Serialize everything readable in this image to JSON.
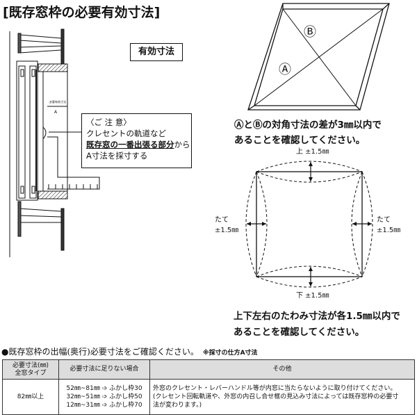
{
  "title": "[既存窓枠の必要有効寸法]",
  "effective_label": "有効寸法",
  "drawing": {
    "dim_label": "必要有効寸法",
    "dim_letter": "A"
  },
  "note": {
    "heading": "〈ご 注 意〉",
    "line1": "クレセントの軌道など",
    "line2_bold": "既存窓の一番出張る部分",
    "line2_rest": "から",
    "line3": "A寸法を採寸する"
  },
  "diagonal": {
    "label_a": "Ⓐ",
    "label_b": "Ⓑ",
    "text1": "ⒶとⒷの対角寸法の差が3㎜以内で",
    "text2": "あることを確認してください。"
  },
  "deflection": {
    "top": "上 ±1.5㎜",
    "bottom": "下 ±1.5㎜",
    "left_1": "たて",
    "left_2": "±1.5㎜",
    "right_1": "たて",
    "right_2": "±1.5㎜",
    "text1": "上下左右のたわみ寸法が各1.5㎜以内で",
    "text2": "あることを確認してください。"
  },
  "section_heading": "●既存窓枠の出幅(奥行)必要寸法をご確認ください。",
  "section_sub": "※採寸の仕方A寸法",
  "table": {
    "headers": [
      "必要寸法(㎜)",
      "全窓タイプ",
      "必要寸法に足りない場合",
      "その他"
    ],
    "row": {
      "required": "82㎜以上",
      "shortfall": [
        "52㎜~81㎜ ➩ ふかし枠30",
        "32㎜~51㎜ ➩ ふかし枠50",
        "12㎜~31㎜ ➩ ふかし枠70"
      ],
      "other": [
        "外窓のクレセント・レバーハンドル等が内窓に当たらないように取り付けてください。",
        "(クレセント回転軌道や、外窓の内召し合せ框の見込み寸法によっては既存窓枠の必要寸",
        "法が変わります。)"
      ]
    }
  }
}
